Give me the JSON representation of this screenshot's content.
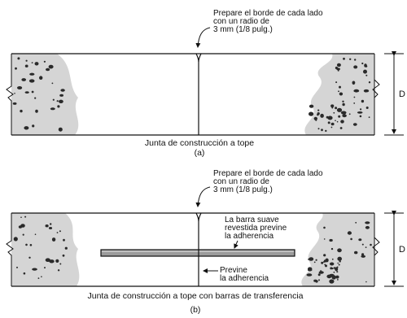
{
  "panel_a": {
    "note_lines": [
      "Prepare el borde de cada lado",
      "con un radio de",
      "3 mm (1/8 pulg.)"
    ],
    "dim_label": "D",
    "caption": "Junta de construcción a tope",
    "sublabel": "(a)"
  },
  "panel_b": {
    "note_lines": [
      "Prepare el borde de cada lado",
      "con un radio de",
      "3 mm (1/8 pulg.)"
    ],
    "bar_note_lines": [
      "La barra suave",
      "revestida previne",
      "la adherencia"
    ],
    "prevent_note_lines": [
      "Previne",
      "la adherencia"
    ],
    "dim_label": "D",
    "caption": "Junta de construcción a tope con barras de transferencia",
    "sublabel": "(b)"
  },
  "colors": {
    "concrete_fill": "#d5d5d5",
    "aggregate": "#2a2a2a",
    "line": "#111111"
  }
}
